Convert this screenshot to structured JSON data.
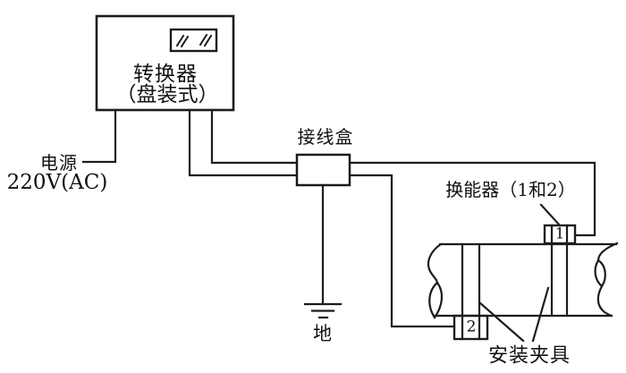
{
  "colors": {
    "background": "#ffffff",
    "line": "#1c1c1c",
    "text": "#111111"
  },
  "diagram": {
    "converter": {
      "title": "转换器",
      "subtitle": "（盘装式）",
      "display_icon": "display-slashes-icon"
    },
    "power": {
      "label": "电源",
      "voltage": "220V(AC)"
    },
    "junction_box": {
      "label": "接线盒"
    },
    "ground": {
      "label": "地"
    },
    "transducer": {
      "label": "换能器（1和2）",
      "unit1": "1",
      "unit2": "2"
    },
    "clamp": {
      "label": "安装夹具"
    }
  }
}
